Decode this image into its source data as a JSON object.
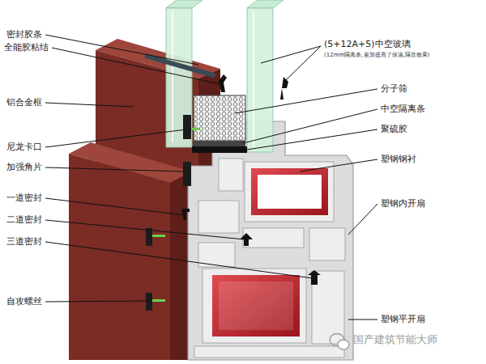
{
  "diagram": {
    "labels": [
      "密封胶条",
      "全能胶粘结",
      "铝合金框",
      "尼龙卡口",
      "加强角片",
      "一道密封",
      "二道密封",
      "三道密封",
      "自攻螺丝",
      "(5+12A+5)中空玻璃",
      "(12mm隔离条,更加提高了保温,隔音效果)",
      "分子筛",
      "中空隔离条",
      "聚硫胶",
      "塑钢钢衬",
      "塑钢内开扇",
      "塑钢平开扇",
      "国产建筑节能大师"
    ]
  }
}
